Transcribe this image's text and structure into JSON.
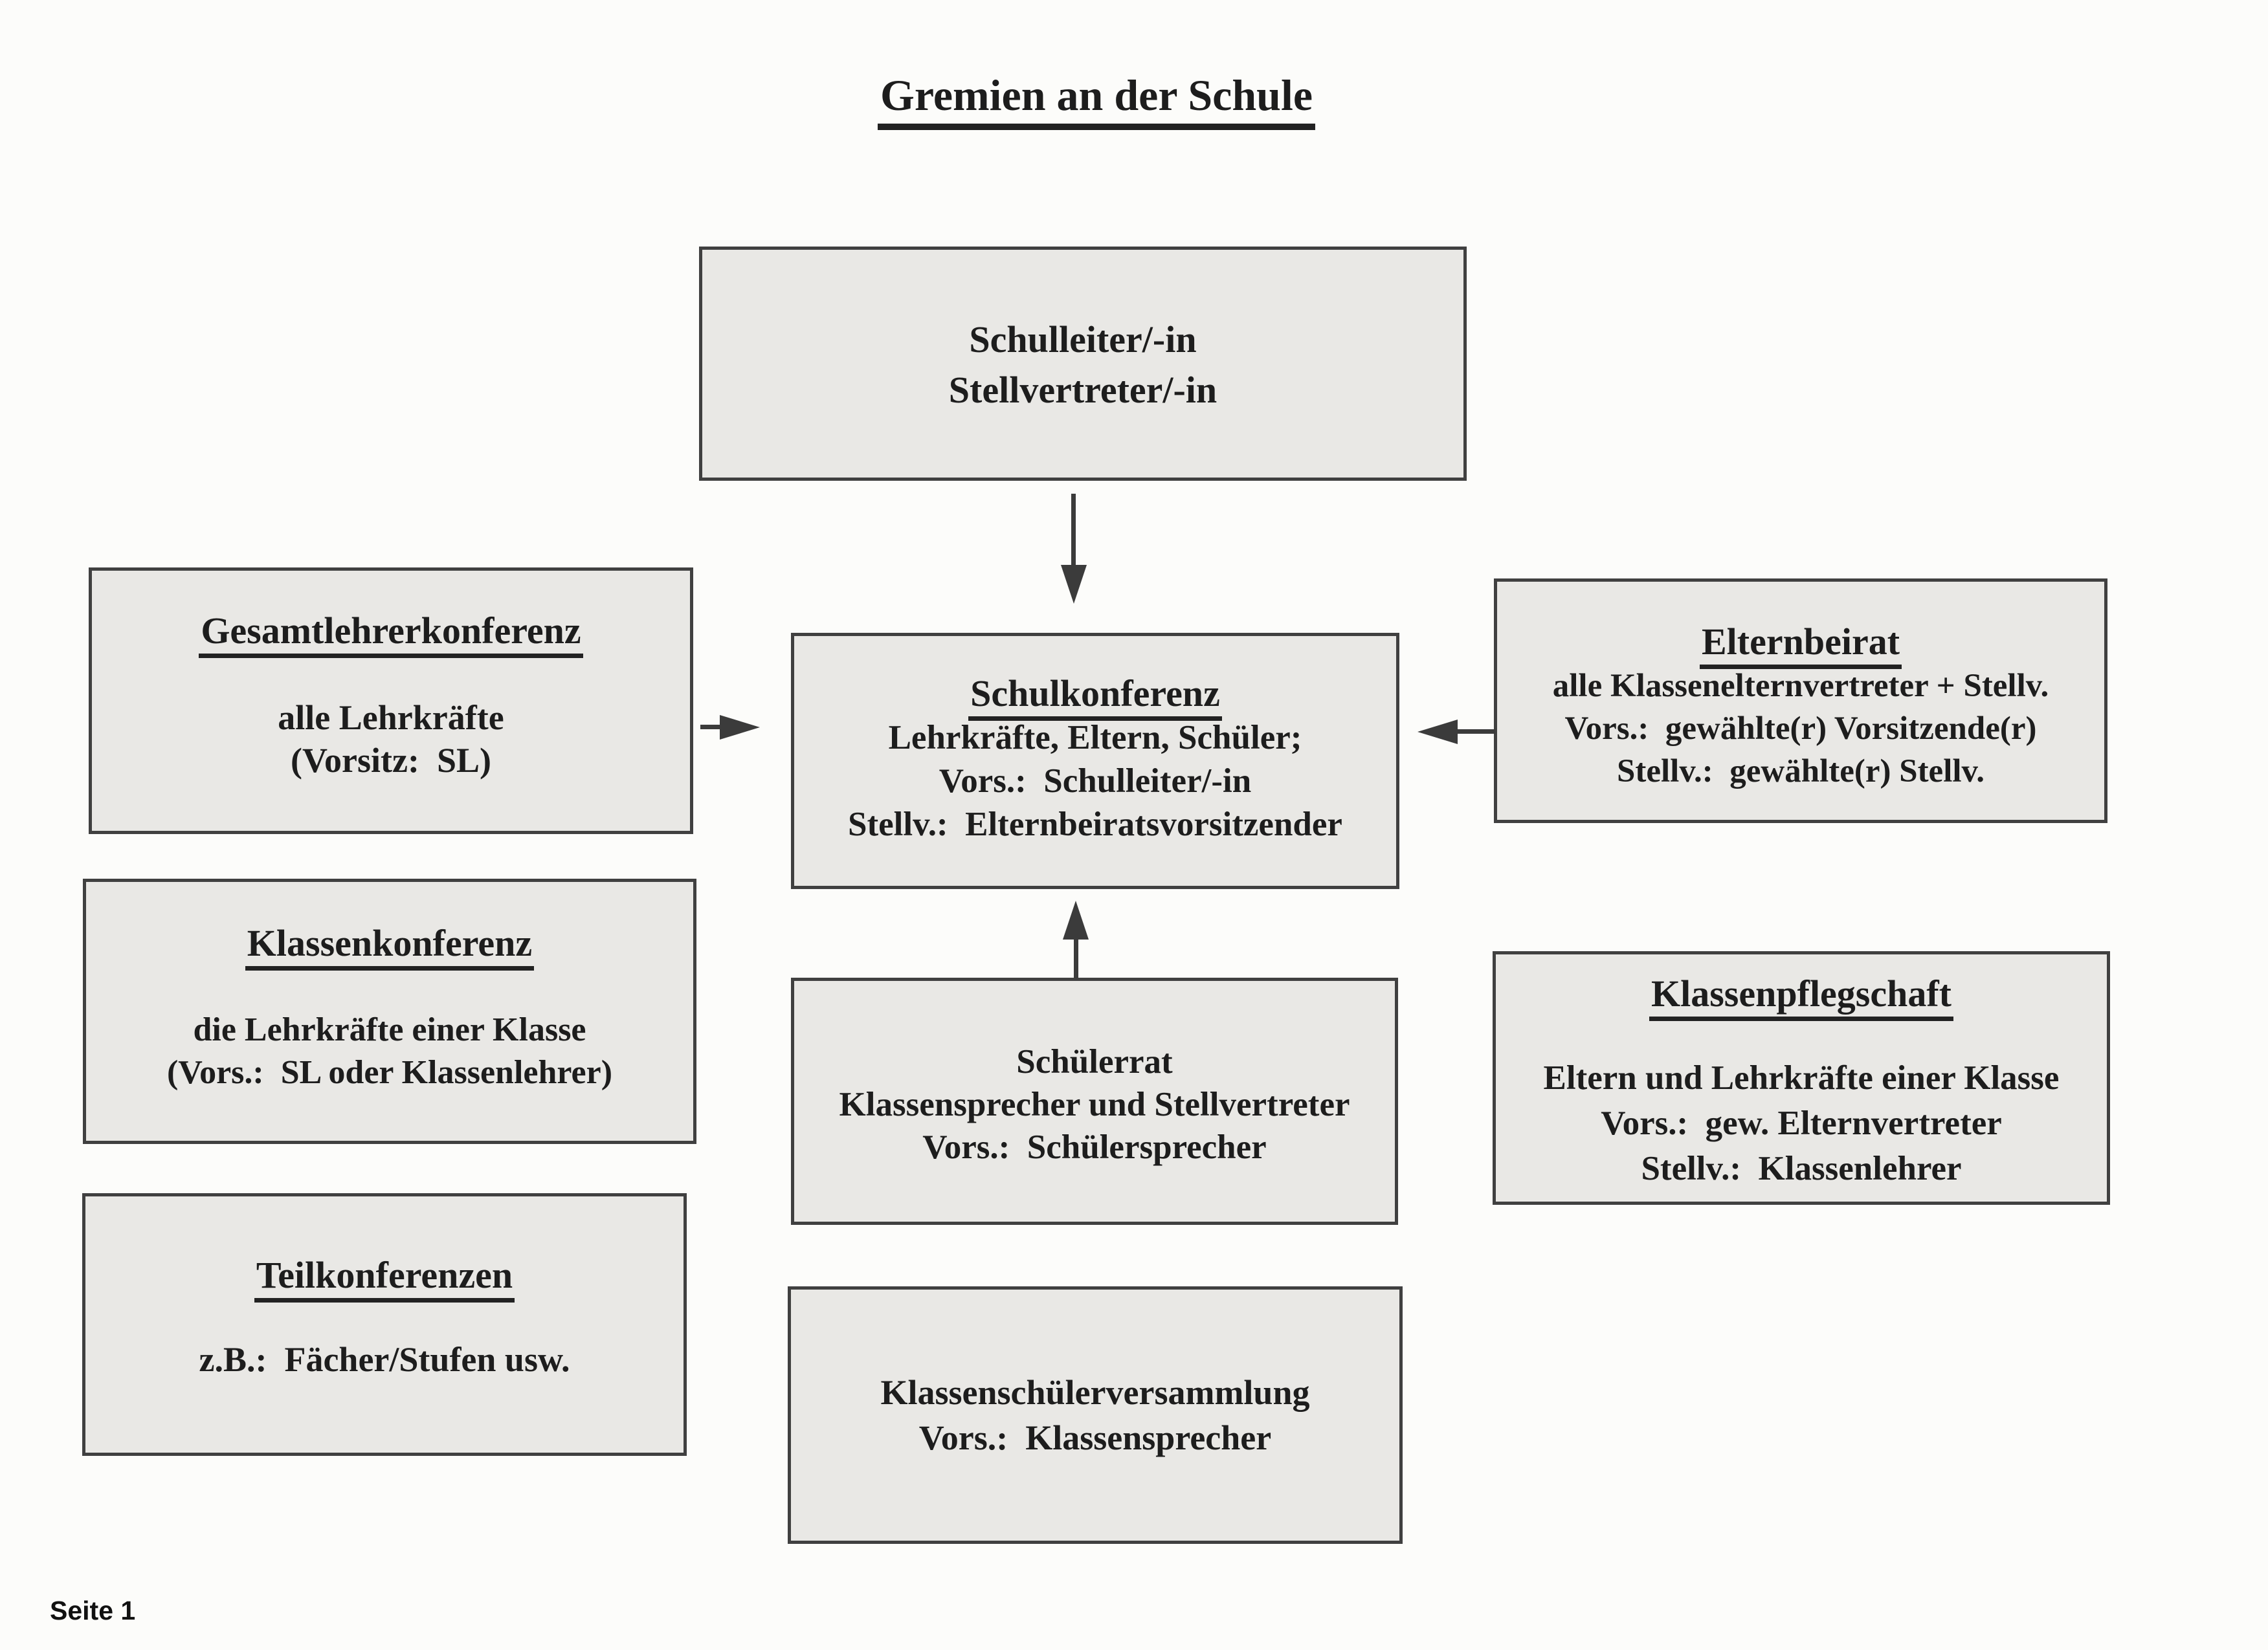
{
  "title": "Gremien an der Schule",
  "footer": {
    "page_label": "Seite 1"
  },
  "colors": {
    "background": "#fcfcfa",
    "box_fill": "#e9e8e5",
    "box_border": "#404040",
    "text": "#1d1d1d",
    "arrow": "#3b3b3b"
  },
  "boxes": {
    "schulleiter": {
      "lines": [
        "Schulleiter/-in",
        "Stellvertreter/-in"
      ]
    },
    "schulkonferenz": {
      "heading": "Schulkonferenz",
      "lines": [
        "Lehrkräfte, Eltern, Schüler;",
        "Vors.:  Schulleiter/-in",
        "Stellv.:  Elternbeiratsvorsitzender"
      ]
    },
    "gesamtlehrerkonferenz": {
      "heading": "Gesamtlehrerkonferenz",
      "lines": [
        "alle Lehrkräfte",
        "(Vorsitz:  SL)"
      ]
    },
    "klassenkonferenz": {
      "heading": "Klassenkonferenz",
      "lines": [
        "die Lehrkräfte einer Klasse",
        "(Vors.:  SL oder Klassenlehrer)"
      ]
    },
    "teilkonferenzen": {
      "heading": "Teilkonferenzen",
      "lines": [
        "z.B.:  Fächer/Stufen usw."
      ]
    },
    "elternbeirat": {
      "heading": "Elternbeirat",
      "lines": [
        "alle Klassenelternvertreter + Stellv.",
        "Vors.:  gewählte(r) Vorsitzende(r)",
        "Stellv.:  gewählte(r) Stellv."
      ]
    },
    "klassenpflegschaft": {
      "heading": "Klassenpflegschaft",
      "lines": [
        "Eltern und Lehrkräfte einer Klasse",
        "Vors.:  gew. Elternvertreter",
        "Stellv.:  Klassenlehrer"
      ]
    },
    "schuelerrat": {
      "lines": [
        "Schülerrat",
        "Klassensprecher und Stellvertreter",
        "Vors.:  Schülersprecher"
      ]
    },
    "klassenschuelerversammlung": {
      "lines": [
        "Klassenschülerversammlung",
        "Vors.:  Klassensprecher"
      ]
    }
  },
  "connectors": [
    {
      "from": "schulleiter",
      "to": "schulkonferenz",
      "direction": "down"
    },
    {
      "from": "gesamtlehrerkonferenz",
      "to": "schulkonferenz",
      "direction": "right"
    },
    {
      "from": "elternbeirat",
      "to": "schulkonferenz",
      "direction": "left"
    },
    {
      "from": "schuelerrat",
      "to": "schulkonferenz",
      "direction": "up"
    }
  ]
}
